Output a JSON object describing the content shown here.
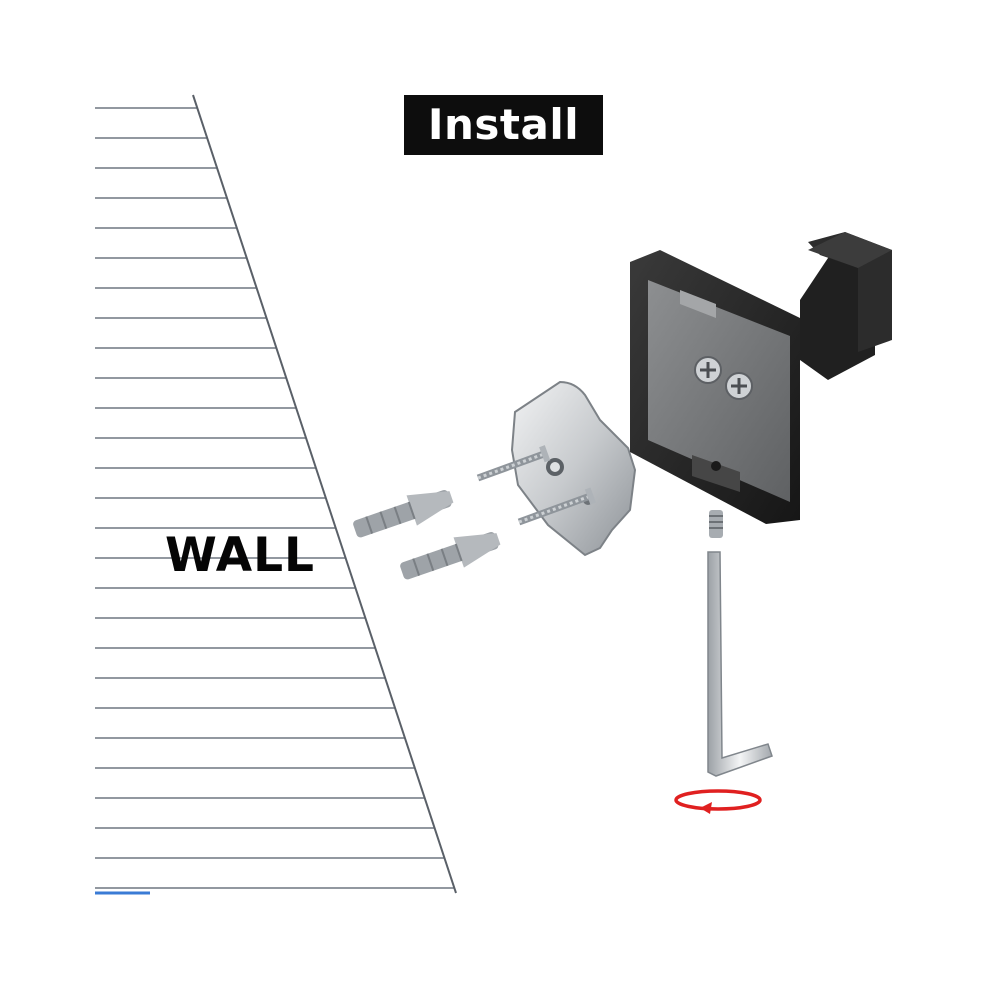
{
  "title": "Install",
  "wall_label": "WALL",
  "colors": {
    "banner_background": "#0d0d0d",
    "banner_text": "#ffffff",
    "wall_lines": "#6f7780",
    "hook_body": "#2a2a2a",
    "metal": "#c9cccf",
    "anchor": "#9ea3a8",
    "rotation_arrow": "#e02020"
  },
  "icons": [
    "wall-panel",
    "mounting-plate-icon",
    "wall-anchor-icon",
    "screw-icon",
    "hook-icon",
    "set-screw-icon",
    "hex-key-icon",
    "rotate-arrow-icon"
  ]
}
